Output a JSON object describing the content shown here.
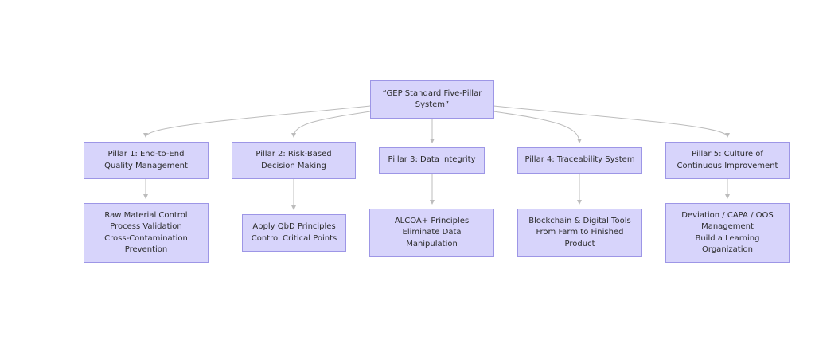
{
  "diagram": {
    "root": "“GEP Standard Five-Pillar\nSystem”",
    "pillars": [
      {
        "title": "Pillar 1: End-to-End\nQuality Management",
        "detail": "Raw Material Control\nProcess Validation\nCross-Contamination\nPrevention"
      },
      {
        "title": "Pillar 2: Risk-Based\nDecision Making",
        "detail": "Apply QbD Principles\nControl Critical Points"
      },
      {
        "title": "Pillar 3: Data Integrity",
        "detail": "ALCOA+ Principles\nEliminate Data\nManipulation"
      },
      {
        "title": "Pillar 4: Traceability System",
        "detail": "Blockchain & Digital Tools\nFrom Farm to Finished\nProduct"
      },
      {
        "title": "Pillar 5: Culture of\nContinuous Improvement",
        "detail": "Deviation / CAPA / OOS\nManagement\nBuild a Learning\nOrganization"
      }
    ],
    "colors": {
      "node_fill": "#d7d4fb",
      "node_border": "#9d96e6",
      "edge": "#bcbcbc"
    }
  }
}
